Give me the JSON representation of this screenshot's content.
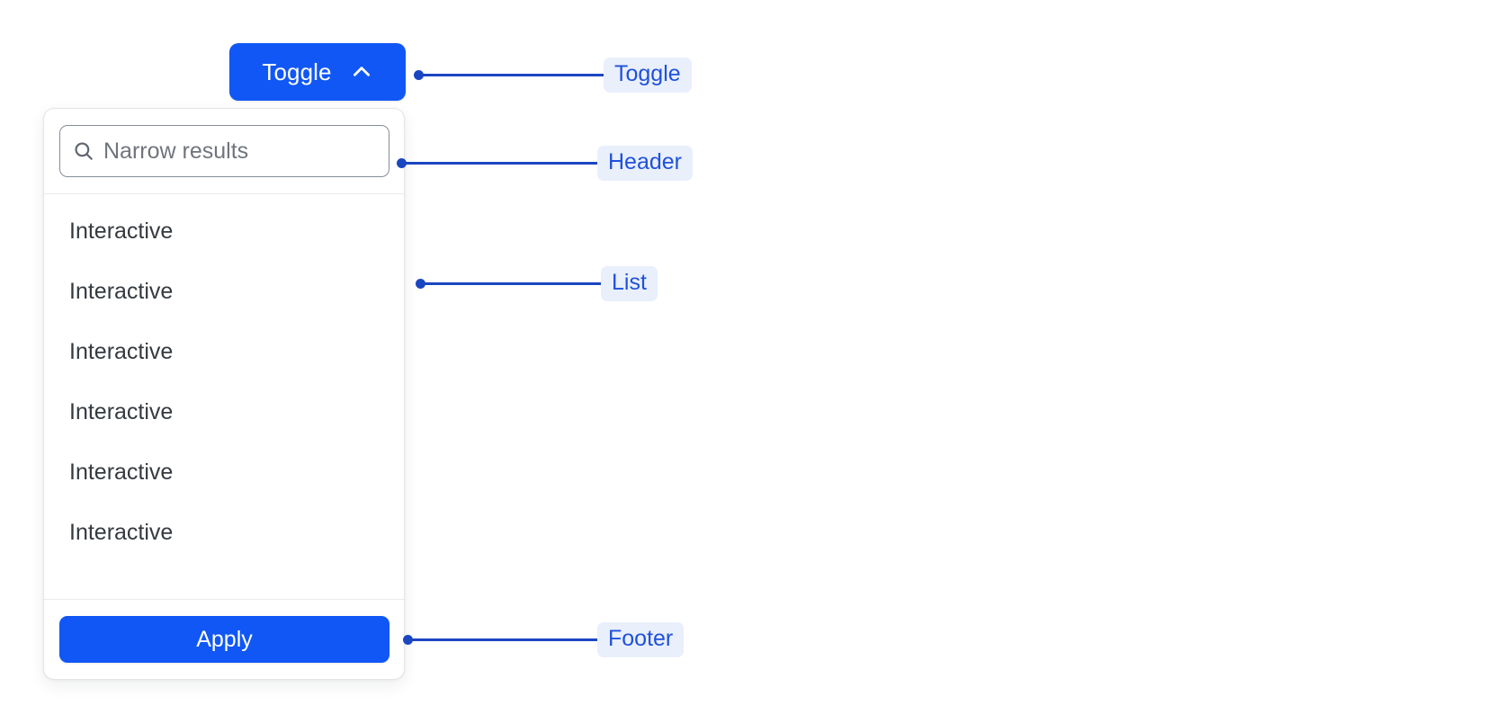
{
  "toggle": {
    "label": "Toggle",
    "icon": "chevron-up-icon"
  },
  "panel": {
    "header": {
      "search": {
        "icon": "search-icon",
        "placeholder": "Narrow results",
        "value": ""
      }
    },
    "list": {
      "items": [
        {
          "label": "Interactive"
        },
        {
          "label": "Interactive"
        },
        {
          "label": "Interactive"
        },
        {
          "label": "Interactive"
        },
        {
          "label": "Interactive"
        },
        {
          "label": "Interactive"
        }
      ]
    },
    "footer": {
      "apply_label": "Apply"
    }
  },
  "annotations": [
    {
      "label": "Toggle"
    },
    {
      "label": "Header"
    },
    {
      "label": "List"
    },
    {
      "label": "Footer"
    }
  ],
  "colors": {
    "brand_blue": "#1057F5",
    "annotation_blue": "#1B46C2",
    "annotation_text": "#1F51DB",
    "annotation_chip_bg": "#E9EFFB",
    "panel_border": "#E3E5E8",
    "list_text": "#343A40",
    "placeholder_text": "#70757D"
  }
}
